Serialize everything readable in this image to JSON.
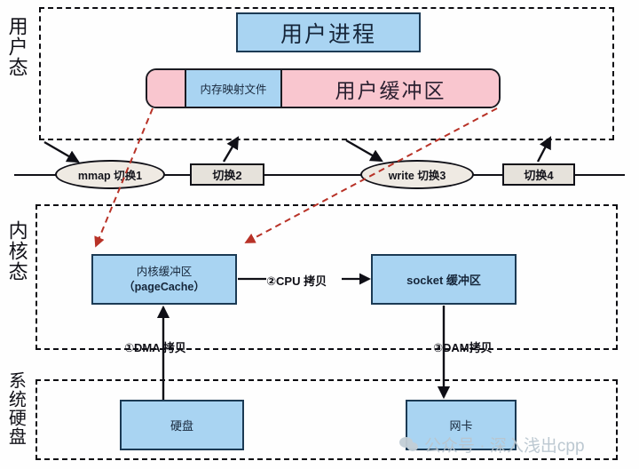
{
  "diagram": {
    "title_hidden": "",
    "zones": [
      {
        "id": "user",
        "label": "用户态"
      },
      {
        "id": "kernel",
        "label": "内核态"
      },
      {
        "id": "hardware",
        "label": "系统硬盘"
      }
    ],
    "user_space": {
      "process_box": "用户进程",
      "strip": {
        "left_pad_label": "",
        "mapped_file": "内存映射文件",
        "user_buffer": "用户缓冲区"
      }
    },
    "switch_line": {
      "items": [
        {
          "id": "mmap-switch-1",
          "shape": "ellipse",
          "bold_prefix": "mmap",
          "label": " 切换1",
          "full": "mmap 切换1"
        },
        {
          "id": "switch-2",
          "shape": "rect",
          "bold_prefix": "",
          "label": "切换2",
          "full": "切换2"
        },
        {
          "id": "write-switch-3",
          "shape": "ellipse",
          "bold_prefix": "write",
          "label": " 切换3",
          "full": "write 切换3"
        },
        {
          "id": "switch-4",
          "shape": "rect",
          "bold_prefix": "",
          "label": "切换4",
          "full": "切换4"
        }
      ]
    },
    "kernel_space": {
      "page_cache_line1": "内核缓冲区",
      "page_cache_line2": "（pageCache）",
      "socket_buffer": "socket 缓冲区",
      "cpu_copy_label": "②CPU 拷贝"
    },
    "copies": {
      "dma_copy": "①DMA 拷贝",
      "dam_copy": "③DAM拷贝"
    },
    "hardware": {
      "disk": "硬盘",
      "nic": "网卡"
    },
    "watermark": "公众号 · 深入浅出cpp",
    "colors": {
      "blue_fill": "#a9d4f2",
      "pink_fill": "#f9c6cf",
      "box_stroke": "#1b3a54",
      "dashed_stroke": "#0d0d12",
      "red_dashed": "#c0392b",
      "switch_fill": "#e6e2db"
    }
  }
}
